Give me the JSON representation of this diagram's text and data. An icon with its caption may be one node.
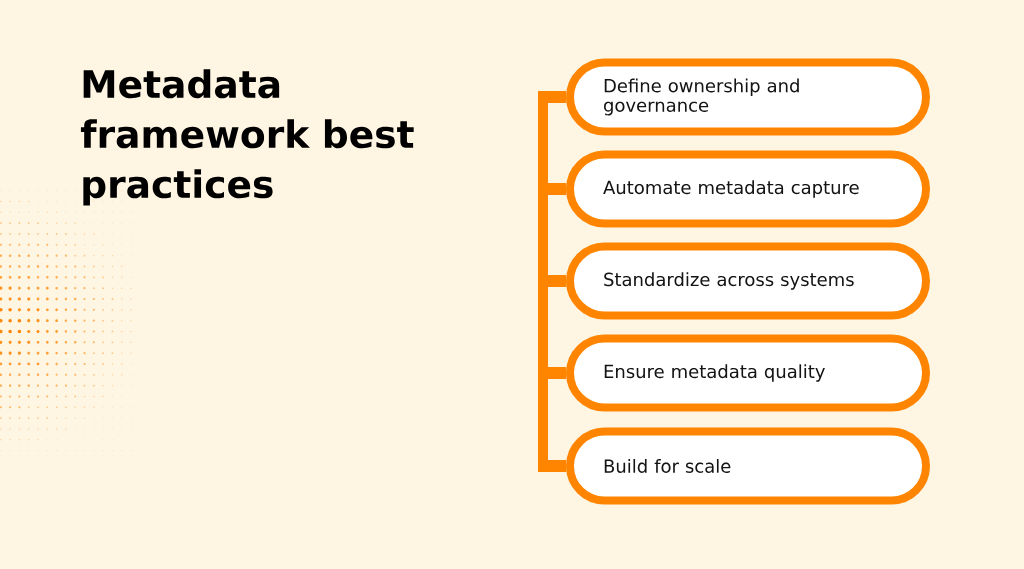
{
  "diagram": {
    "title": "Metadata framework best practices",
    "nodes": [
      {
        "text": [
          "Define ownership and governance"
        ]
      },
      {
        "text": [
          "Automate metadata capture"
        ]
      },
      {
        "text": [
          "Standardize across systems"
        ]
      },
      {
        "text": [
          "Ensure metadata quality"
        ]
      },
      {
        "text": [
          "Build for scale"
        ]
      }
    ]
  }
}
